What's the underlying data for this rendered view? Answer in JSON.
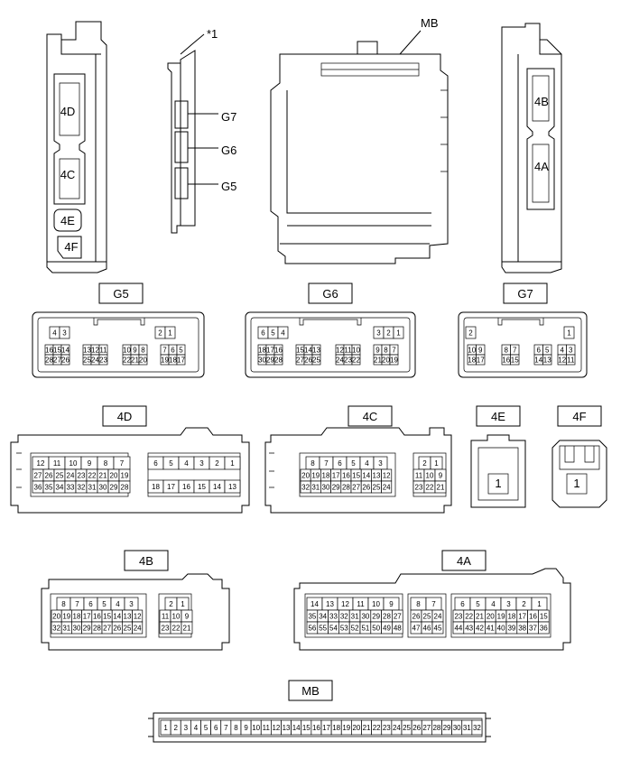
{
  "callouts": {
    "mb": "MB",
    "star1": "*1",
    "g7": "G7",
    "g6": "G6",
    "g5": "G5"
  },
  "unit_labels": {
    "d4": "4D",
    "c4": "4C",
    "e4": "4E",
    "f4": "4F",
    "b4": "4B",
    "a4": "4A"
  },
  "connectors": {
    "G5": {
      "title": "G5",
      "top": [
        [
          "4",
          "3"
        ],
        [
          "2",
          "1"
        ]
      ],
      "rows": [
        [
          [
            "16",
            "15",
            "14"
          ],
          [
            "13",
            "12",
            "11"
          ],
          [
            "10",
            "9",
            "8"
          ],
          [
            "7",
            "6",
            "5"
          ]
        ],
        [
          [
            "28",
            "27",
            "26"
          ],
          [
            "25",
            "24",
            "23"
          ],
          [
            "22",
            "21",
            "20"
          ],
          [
            "19",
            "18",
            "17"
          ]
        ]
      ]
    },
    "G6": {
      "title": "G6",
      "top": [
        [
          "6",
          "5",
          "4"
        ],
        [
          "3",
          "2",
          "1"
        ]
      ],
      "rows": [
        [
          [
            "18",
            "17",
            "16"
          ],
          [
            "15",
            "14",
            "13"
          ],
          [
            "12",
            "11",
            "10"
          ],
          [
            "9",
            "8",
            "7"
          ]
        ],
        [
          [
            "30",
            "29",
            "28"
          ],
          [
            "27",
            "26",
            "25"
          ],
          [
            "24",
            "23",
            "22"
          ],
          [
            "21",
            "20",
            "19"
          ]
        ]
      ]
    },
    "G7": {
      "title": "G7",
      "top": [
        [
          "2"
        ],
        [
          "1"
        ]
      ],
      "rows": [
        [
          [
            "10",
            "9"
          ],
          [
            "8",
            "7"
          ],
          [
            "6",
            "5"
          ],
          [
            "4",
            "3"
          ]
        ],
        [
          [
            "18",
            "17"
          ],
          [
            "16",
            "15"
          ],
          [
            "14",
            "13"
          ],
          [
            "12",
            "11"
          ]
        ]
      ]
    },
    "4D": {
      "title": "4D",
      "left_rows": [
        [
          "12",
          "11",
          "10",
          "9",
          "8",
          "7"
        ],
        [
          "27",
          "26",
          "25",
          "24",
          "23",
          "22",
          "21",
          "20",
          "19"
        ],
        [
          "36",
          "35",
          "34",
          "33",
          "32",
          "31",
          "30",
          "29",
          "28"
        ]
      ],
      "right_rows": [
        [
          "6",
          "5",
          "4",
          "3",
          "2",
          "1"
        ],
        [
          "18",
          "17",
          "16",
          "15",
          "14",
          "13"
        ]
      ]
    },
    "4C": {
      "title": "4C",
      "left_rows": [
        [
          "8",
          "7",
          "6",
          "5",
          "4",
          "3"
        ],
        [
          "20",
          "19",
          "18",
          "17",
          "16",
          "15",
          "14",
          "13",
          "12"
        ],
        [
          "32",
          "31",
          "30",
          "29",
          "28",
          "27",
          "26",
          "25",
          "24"
        ]
      ],
      "right_rows": [
        [
          "2",
          "1"
        ],
        [
          "11",
          "10",
          "9"
        ],
        [
          "23",
          "22",
          "21"
        ]
      ]
    },
    "4E": {
      "title": "4E",
      "pin": "1"
    },
    "4F": {
      "title": "4F",
      "pin": "1"
    },
    "4B": {
      "title": "4B",
      "left_rows": [
        [
          "8",
          "7",
          "6",
          "5",
          "4",
          "3"
        ],
        [
          "20",
          "19",
          "18",
          "17",
          "16",
          "15",
          "14",
          "13",
          "12"
        ],
        [
          "32",
          "31",
          "30",
          "29",
          "28",
          "27",
          "26",
          "25",
          "24"
        ]
      ],
      "right_rows": [
        [
          "2",
          "1"
        ],
        [
          "11",
          "10",
          "9"
        ],
        [
          "23",
          "22",
          "21"
        ]
      ]
    },
    "4A": {
      "title": "4A",
      "g1": [
        [
          "14",
          "13",
          "12",
          "11",
          "10",
          "9"
        ],
        [
          "35",
          "34",
          "33",
          "32",
          "31",
          "30",
          "29",
          "28",
          "27"
        ],
        [
          "56",
          "55",
          "54",
          "53",
          "52",
          "51",
          "50",
          "49",
          "48"
        ]
      ],
      "g2": [
        [
          "8",
          "7"
        ],
        [
          "26",
          "25",
          "24"
        ],
        [
          "47",
          "46",
          "45"
        ]
      ],
      "g3": [
        [
          "6",
          "5",
          "4",
          "3",
          "2",
          "1"
        ],
        [
          "23",
          "22",
          "21",
          "20",
          "19",
          "18",
          "17",
          "16",
          "15"
        ],
        [
          "44",
          "43",
          "42",
          "41",
          "40",
          "39",
          "38",
          "37",
          "36"
        ]
      ]
    },
    "MB": {
      "title": "MB",
      "pins": [
        "1",
        "2",
        "3",
        "4",
        "5",
        "6",
        "7",
        "8",
        "9",
        "10",
        "11",
        "12",
        "13",
        "14",
        "15",
        "16",
        "17",
        "18",
        "19",
        "20",
        "21",
        "22",
        "23",
        "24",
        "25",
        "26",
        "27",
        "28",
        "29",
        "30",
        "31",
        "32"
      ]
    }
  }
}
